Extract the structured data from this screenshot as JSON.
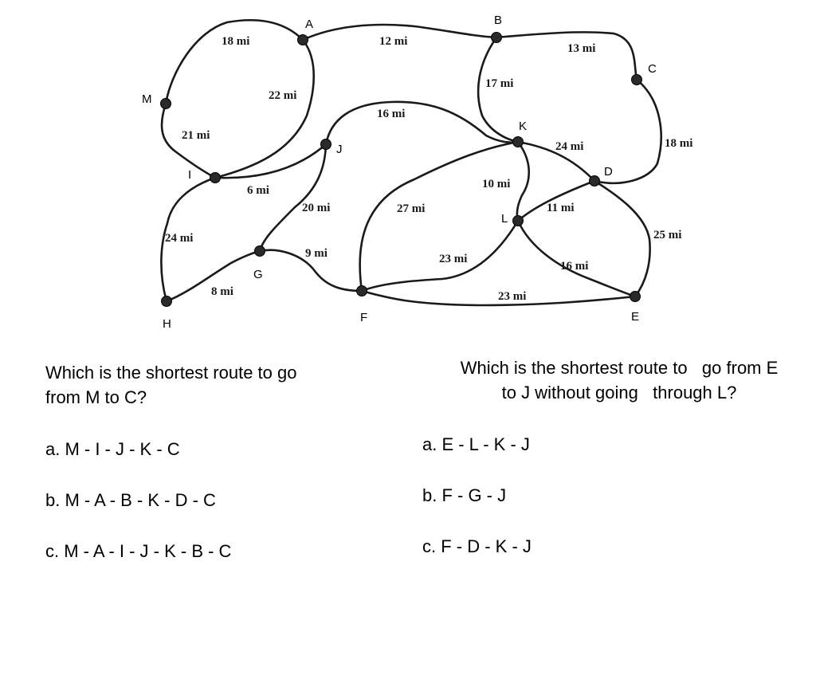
{
  "graph": {
    "nodes": [
      "A",
      "B",
      "C",
      "D",
      "E",
      "F",
      "G",
      "H",
      "I",
      "J",
      "K",
      "L",
      "M"
    ],
    "edges": [
      {
        "from": "M",
        "to": "A",
        "label": "18 mi"
      },
      {
        "from": "A",
        "to": "B",
        "label": "12 mi"
      },
      {
        "from": "B",
        "to": "C",
        "label": "13 mi"
      },
      {
        "from": "A",
        "to": "I",
        "label": "22 mi"
      },
      {
        "from": "B",
        "to": "K",
        "label": "17 mi"
      },
      {
        "from": "C",
        "to": "D",
        "label": "18 mi"
      },
      {
        "from": "M",
        "to": "I",
        "label": "21 mi"
      },
      {
        "from": "J",
        "to": "K",
        "label": "16 mi"
      },
      {
        "from": "K",
        "to": "D",
        "label": "24 mi"
      },
      {
        "from": "I",
        "to": "J",
        "label": "6 mi"
      },
      {
        "from": "K",
        "to": "L",
        "label": "10 mi"
      },
      {
        "from": "L",
        "to": "D",
        "label": "11 mi"
      },
      {
        "from": "J",
        "to": "G",
        "label": "20 mi"
      },
      {
        "from": "F",
        "to": "K",
        "label": "27 mi"
      },
      {
        "from": "D",
        "to": "E",
        "label": "25 mi"
      },
      {
        "from": "I",
        "to": "H",
        "label": "24 mi"
      },
      {
        "from": "G",
        "to": "F",
        "label": "9 mi"
      },
      {
        "from": "F",
        "to": "L",
        "label": "23 mi"
      },
      {
        "from": "L",
        "to": "E",
        "label": "16 mi"
      },
      {
        "from": "H",
        "to": "G",
        "label": "8 mi"
      },
      {
        "from": "F",
        "to": "E",
        "label": "23 mi"
      }
    ]
  },
  "question1": {
    "text": "Which is the shortest route to go from M to C?",
    "options": [
      "a. M - I - J - K - C",
      "b. M - A - B - K - D - C",
      "c. M - A - I - J - K - B - C"
    ]
  },
  "question2": {
    "text": "Which is the shortest route to   go from E\nto J without going   through L?",
    "options": [
      "a. E - L - K - J",
      "b. F - G - J",
      "c. F - D - K - J"
    ]
  }
}
